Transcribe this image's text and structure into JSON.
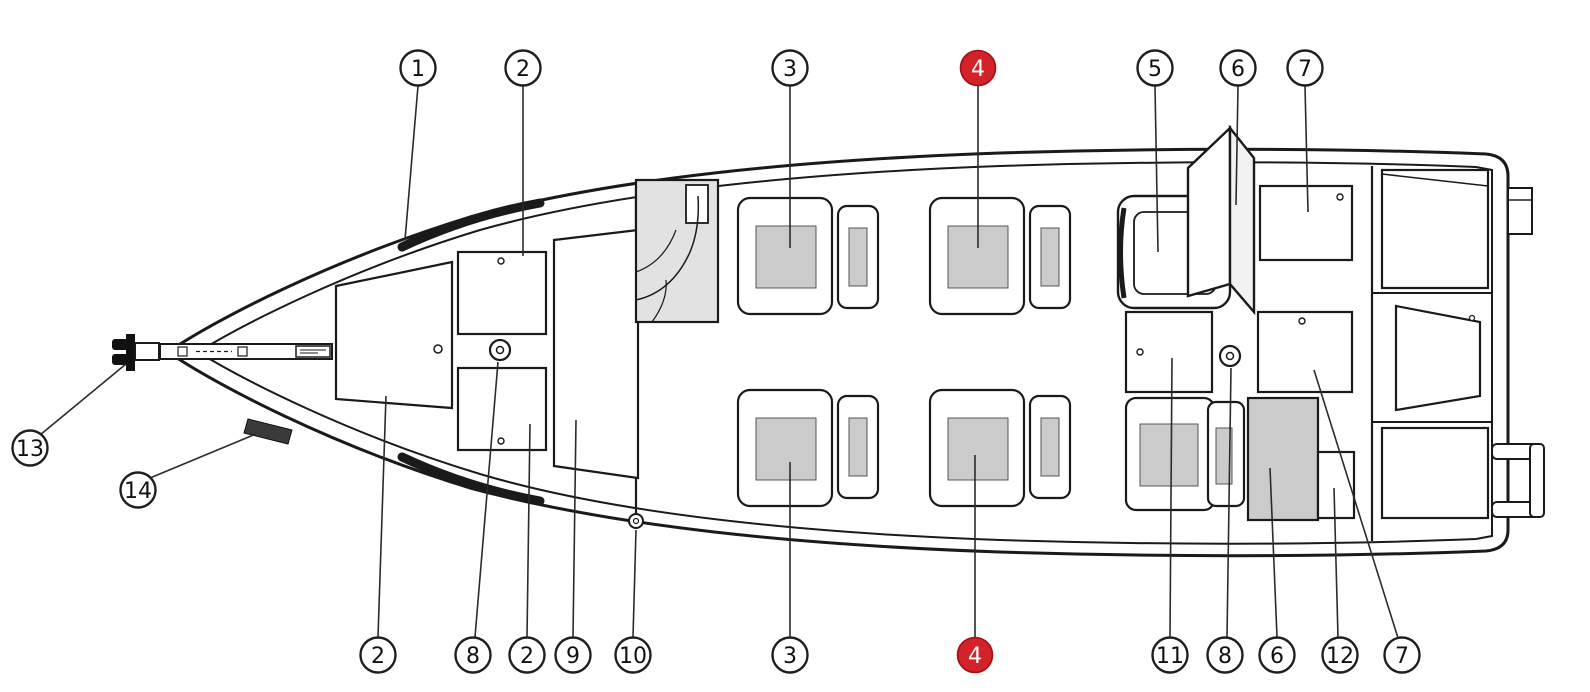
{
  "diagram": {
    "description": "Top-view schematic of a boat on a trailer with numbered part callouts; the two callouts numbered 4 are highlighted in red.",
    "colors": {
      "line": "#1a1a1a",
      "highlight": "#d2232a",
      "circle_fill": "#ffffff",
      "seat_cushion_gray": "#cbcbcb",
      "console_gray": "#e2e2e2",
      "pad_dark": "#3a3a3a",
      "background": "#ffffff"
    },
    "callouts": [
      {
        "num": "1",
        "highlighted": false,
        "target": "bow-grab-rail-top"
      },
      {
        "num": "2",
        "highlighted": false,
        "target": "foredeck-hatch-small-top"
      },
      {
        "num": "3",
        "highlighted": false,
        "target": "folding-seat-front-left"
      },
      {
        "num": "4",
        "highlighted": true,
        "target": "folding-seat-front-right"
      },
      {
        "num": "5",
        "highlighted": false,
        "target": "console-seat"
      },
      {
        "num": "6",
        "highlighted": false,
        "target": "open-door-panel"
      },
      {
        "num": "7",
        "highlighted": false,
        "target": "stern-hatch-top"
      },
      {
        "num": "13",
        "highlighted": false,
        "target": "trailer-winch-post"
      },
      {
        "num": "14",
        "highlighted": false,
        "target": "hull-support-pad"
      },
      {
        "num": "2",
        "highlighted": false,
        "target": "foredeck-hatch-large-left"
      },
      {
        "num": "8",
        "highlighted": false,
        "target": "fuel-filler-cap-bow"
      },
      {
        "num": "2",
        "highlighted": false,
        "target": "foredeck-hatch-small-bottom"
      },
      {
        "num": "9",
        "highlighted": false,
        "target": "foredeck-hatch-large-right"
      },
      {
        "num": "10",
        "highlighted": false,
        "target": "deck-drain"
      },
      {
        "num": "3",
        "highlighted": false,
        "target": "folding-seat-rear-left"
      },
      {
        "num": "4",
        "highlighted": true,
        "target": "folding-seat-rear-right"
      },
      {
        "num": "11",
        "highlighted": false,
        "target": "aft-storage-panel"
      },
      {
        "num": "8",
        "highlighted": false,
        "target": "fuel-filler-cap-aft"
      },
      {
        "num": "6",
        "highlighted": false,
        "target": "walkthrough-door"
      },
      {
        "num": "12",
        "highlighted": false,
        "target": "aft-small-locker"
      },
      {
        "num": "7",
        "highlighted": false,
        "target": "stern-hatch-middle"
      }
    ]
  }
}
